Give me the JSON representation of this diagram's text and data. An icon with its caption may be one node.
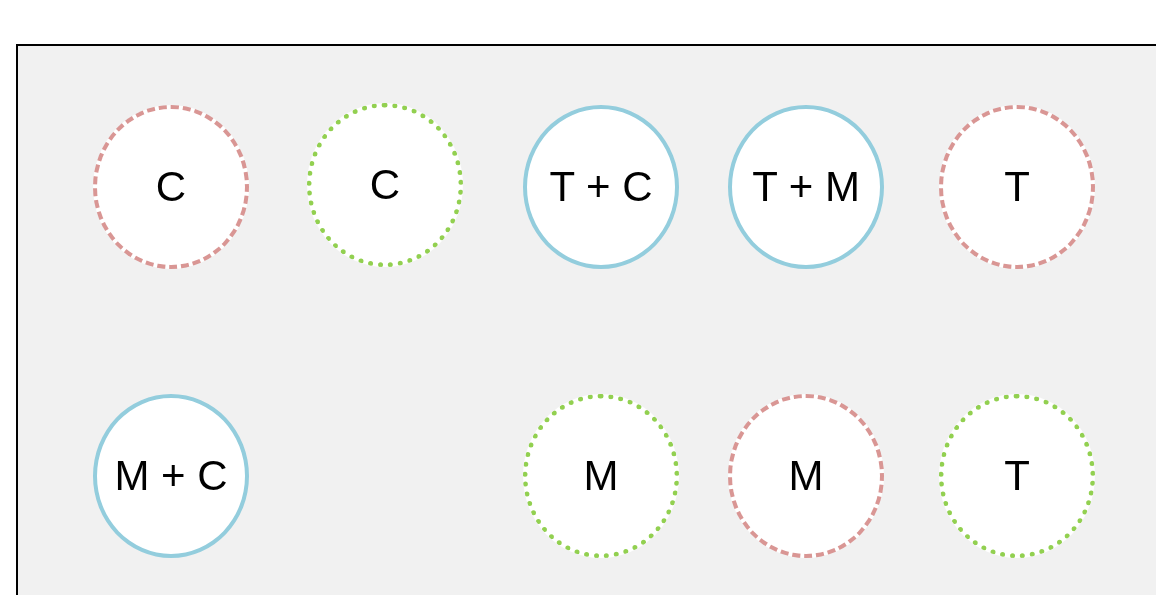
{
  "diagram": {
    "nodes": [
      {
        "text": [
          "C"
        ]
      },
      {
        "text": [
          "C"
        ]
      },
      {
        "text": [
          "T + C"
        ]
      },
      {
        "text": [
          "T + M"
        ]
      },
      {
        "text": [
          "T"
        ]
      },
      {
        "text": [
          "M + C"
        ]
      },
      {
        "text": [
          "M"
        ]
      },
      {
        "text": [
          "M"
        ]
      },
      {
        "text": [
          "T"
        ]
      }
    ]
  }
}
